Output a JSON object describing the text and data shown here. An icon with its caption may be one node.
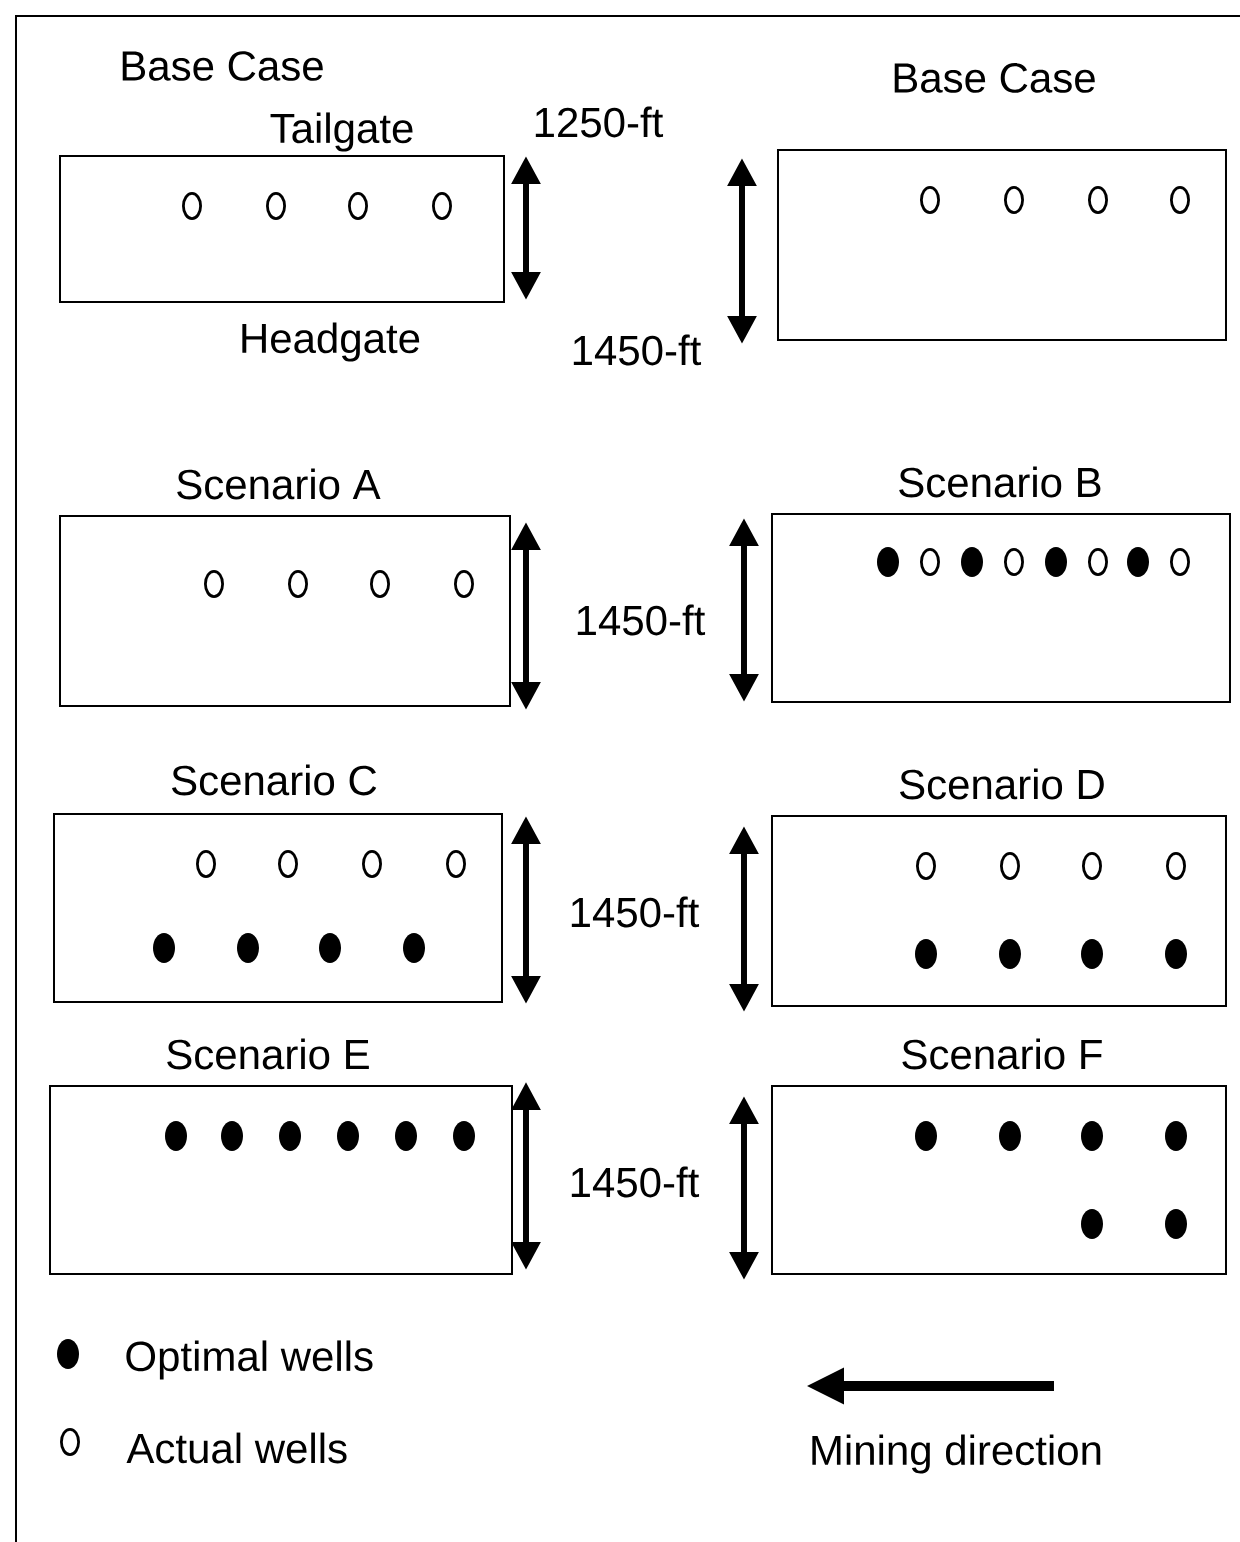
{
  "diagram": {
    "nodes": [
      {
        "text": [
          "Base Case"
        ],
        "beside": [
          "Tailgate",
          "Headgate"
        ]
      },
      {
        "text": [
          "Base Case"
        ]
      },
      {
        "text": [
          "Scenario A"
        ]
      },
      {
        "text": [
          "Scenario B"
        ]
      },
      {
        "text": [
          "Scenario C"
        ]
      },
      {
        "text": [
          "Scenario D"
        ]
      },
      {
        "text": [
          "Scenario E"
        ]
      },
      {
        "text": [
          "Scenario F"
        ]
      }
    ],
    "labels": [
      "1250-ft",
      "1450-ft",
      "1450-ft",
      "1450-ft",
      "1450-ft",
      "Mining direction"
    ],
    "legend": [
      {
        "text": "Optimal wells"
      },
      {
        "text": "Actual wells"
      }
    ]
  }
}
